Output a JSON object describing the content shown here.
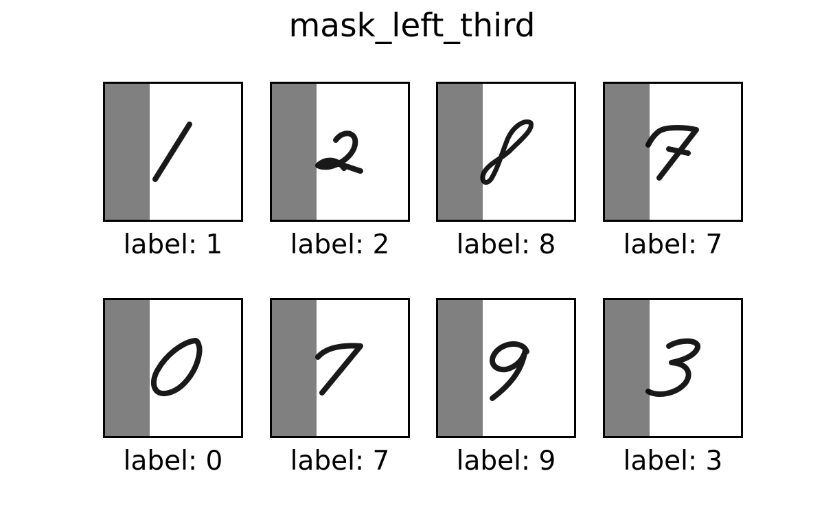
{
  "figure": {
    "title": "mask_left_third",
    "mask_color": "#808080",
    "mask_fraction": 0.3333,
    "background_color": "#ffffff",
    "ink_color": "#000000"
  },
  "panels": [
    {
      "label": "label: 1"
    },
    {
      "label": "label: 2"
    },
    {
      "label": "label: 8"
    },
    {
      "label": "label: 7"
    },
    {
      "label": "label: 0"
    },
    {
      "label": "label: 7"
    },
    {
      "label": "label: 9"
    },
    {
      "label": "label: 3"
    }
  ]
}
